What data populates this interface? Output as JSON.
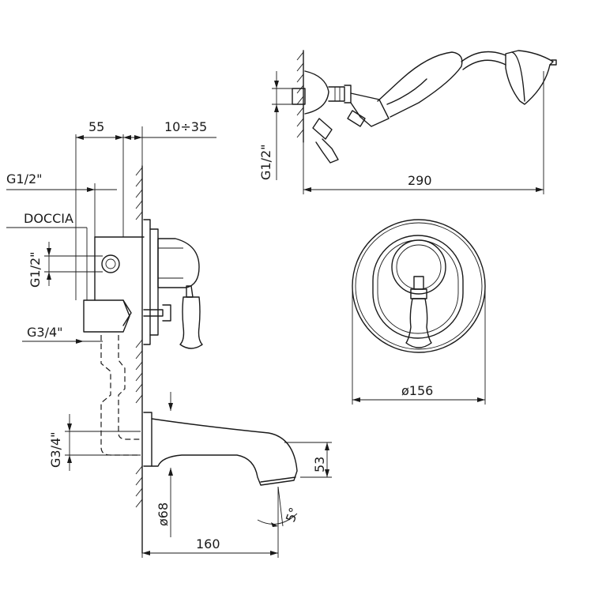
{
  "labels": {
    "dim_55": "55",
    "dim_10_35": "10÷35",
    "g12_top": "G1/2\"",
    "doccia": "DOCCIA",
    "g12_side": "G1/2\"",
    "g34_top": "G3/4\"",
    "g34_side": "G3/4\"",
    "dim_53": "53",
    "dim_d68": "ø68",
    "dim_5deg": "5°",
    "dim_160": "160",
    "g12_shower": "G1/2\"",
    "dim_290": "290",
    "dim_d156": "ø156"
  }
}
